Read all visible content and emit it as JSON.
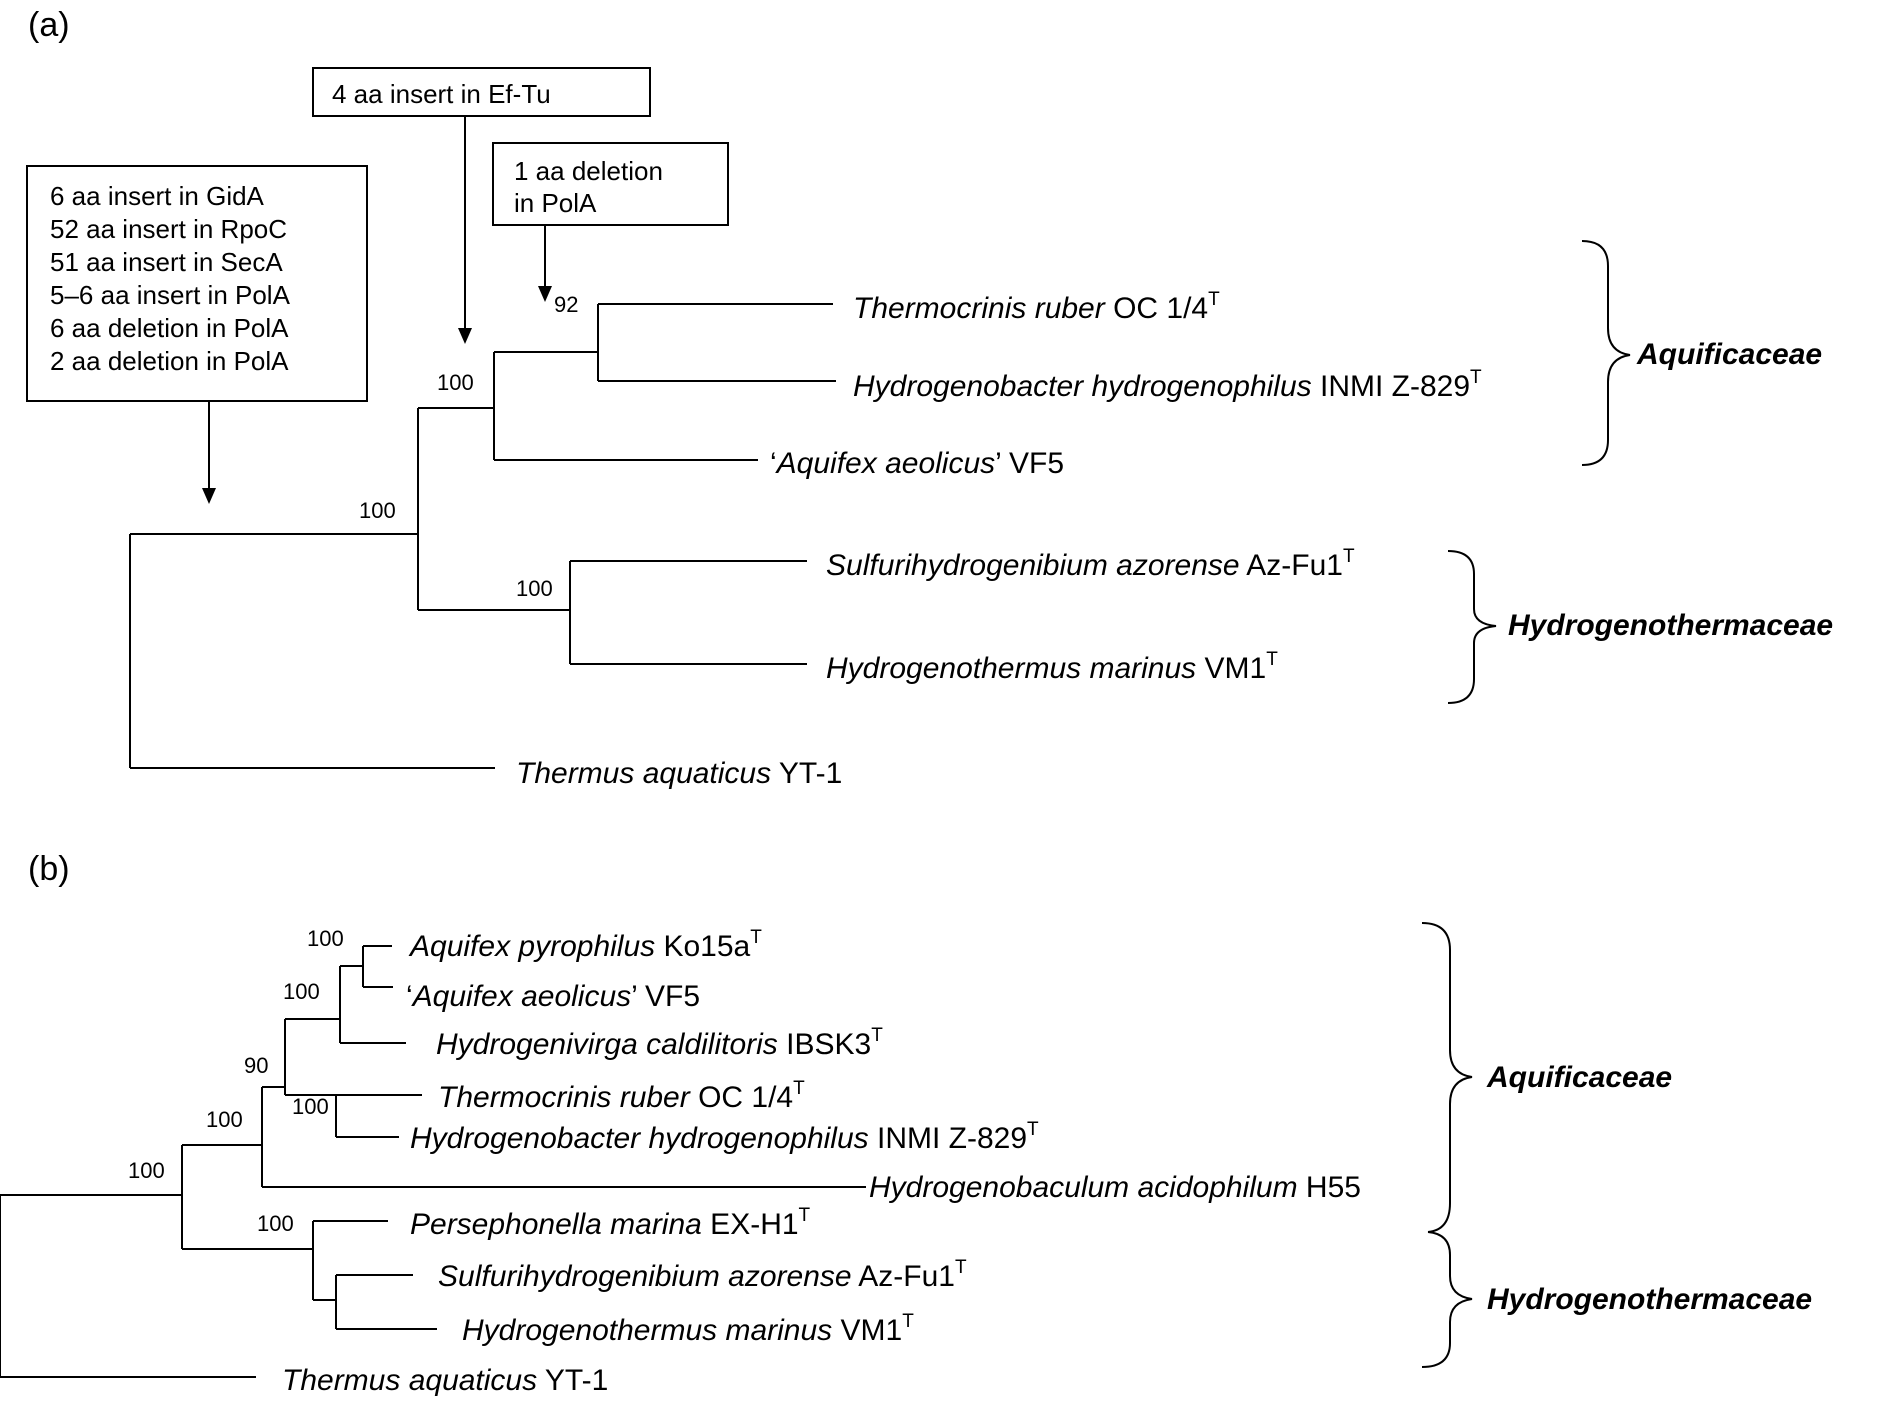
{
  "panel_a": {
    "label": "(a)",
    "boxes": {
      "ef_tu": [
        "4 aa insert in Ef-Tu"
      ],
      "pola": [
        "1 aa deletion",
        "in PolA"
      ],
      "multi": [
        "6 aa insert in GidA",
        "52 aa insert in RpoC",
        "51 aa insert in SecA",
        "5–6 aa insert in PolA",
        "6 aa deletion in PolA",
        "2 aa deletion in PolA"
      ]
    },
    "bootstraps": {
      "n92": "92",
      "aquificaceae_node": "100",
      "root_node": "100",
      "hydrogenothermaceae_node": "100"
    },
    "taxa": {
      "t_ruber": {
        "name": "Thermocrinis ruber",
        "strain": " OC 1/4",
        "sup": "T"
      },
      "h_hydrogenophilus": {
        "name": "Hydrogenobacter hydrogenophilus",
        "strain": " INMI Z-829",
        "sup": "T"
      },
      "a_aeolicus": {
        "pre": "‘",
        "name": "Aquifex aeolicus",
        "strain": "’ VF5",
        "sup": ""
      },
      "s_azorense": {
        "name": "Sulfurihydrogenibium azorense",
        "strain": " Az-Fu1",
        "sup": "T"
      },
      "h_marinus": {
        "name": "Hydrogenothermus marinus",
        "strain": " VM1",
        "sup": "T"
      },
      "t_aquaticus": {
        "name": "Thermus aquaticus",
        "strain": " YT-1",
        "sup": ""
      }
    },
    "families": {
      "aquificaceae": "Aquificaceae",
      "hydrogenothermaceae": "Hydrogenothermaceae"
    }
  },
  "panel_b": {
    "label": "(b)",
    "bootstraps": {
      "b_pyro": "100",
      "b_aquifex": "100",
      "b_90": "90",
      "b_thermo": "100",
      "b_aqf": "100",
      "b_root": "100",
      "b_hydro": "100"
    },
    "taxa": {
      "a_pyrophilus": {
        "name": "Aquifex pyrophilus",
        "strain": " Ko15a",
        "sup": "T"
      },
      "a_aeolicus": {
        "pre": "‘",
        "name": "Aquifex aeolicus",
        "strain": "’ VF5",
        "sup": ""
      },
      "h_caldilitoris": {
        "name": "Hydrogenivirga caldilitoris",
        "strain": " IBSK3",
        "sup": "T"
      },
      "t_ruber": {
        "name": "Thermocrinis ruber",
        "strain": " OC 1/4",
        "sup": "T"
      },
      "h_hydrogenophilus": {
        "name": "Hydrogenobacter hydrogenophilus",
        "strain": " INMI Z-829",
        "sup": "T"
      },
      "h_acidophilum": {
        "name": "Hydrogenobaculum acidophilum",
        "strain": " H55",
        "sup": ""
      },
      "p_marina": {
        "name": "Persephonella marina",
        "strain": " EX-H1",
        "sup": "T"
      },
      "s_azorense": {
        "name": "Sulfurihydrogenibium azorense",
        "strain": " Az-Fu1",
        "sup": "T"
      },
      "h_marinus": {
        "name": "Hydrogenothermus marinus",
        "strain": " VM1",
        "sup": "T"
      },
      "t_aquaticus": {
        "name": "Thermus aquaticus",
        "strain": " YT-1",
        "sup": ""
      }
    },
    "families": {
      "aquificaceae": "Aquificaceae",
      "hydrogenothermaceae": "Hydrogenothermaceae"
    }
  }
}
